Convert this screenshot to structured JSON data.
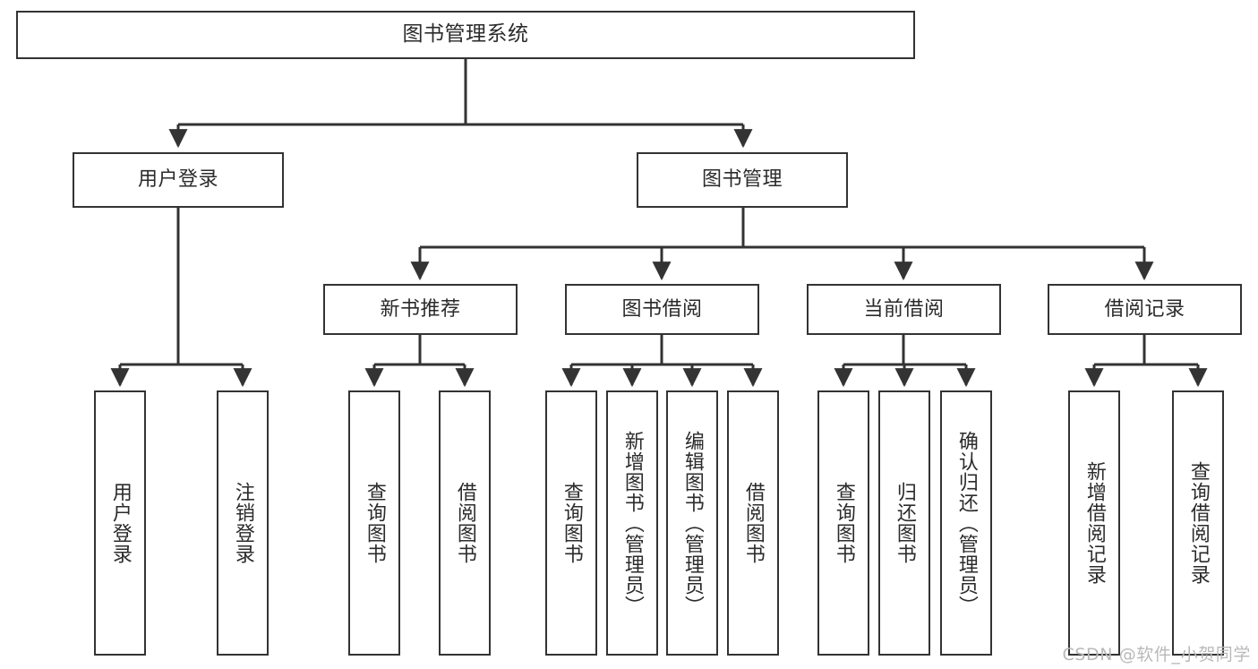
{
  "diagram": {
    "type": "tree",
    "title": "图书管理系统",
    "watermark": "CSDN @软件_小贺同学",
    "colors": {
      "box_border": "#333333",
      "box_fill": "#ffffff",
      "edge": "#333333",
      "text": "#2b2b2b",
      "watermark": "#b9b9b9"
    },
    "nodes": {
      "root": {
        "label": "图书管理系统"
      },
      "level2": [
        {
          "id": "user-login",
          "label": "用户登录"
        },
        {
          "id": "book-management",
          "label": "图书管理"
        }
      ],
      "level3": [
        {
          "id": "new-book-recommend",
          "label": "新书推荐"
        },
        {
          "id": "book-borrow",
          "label": "图书借阅"
        },
        {
          "id": "current-borrow",
          "label": "当前借阅"
        },
        {
          "id": "borrow-record",
          "label": "借阅记录"
        }
      ],
      "leaves": {
        "user-login": [
          {
            "id": "leaf-user-login",
            "label": "用户登录"
          },
          {
            "id": "leaf-logout-login",
            "label": "注销登录"
          }
        ],
        "new-book-recommend": [
          {
            "id": "leaf-query-book-1",
            "label": "查询图书"
          },
          {
            "id": "leaf-borrow-book-1",
            "label": "借阅图书"
          }
        ],
        "book-borrow": [
          {
            "id": "leaf-query-book-2",
            "label": "查询图书"
          },
          {
            "id": "leaf-add-book",
            "label": "新增图书（管理员）"
          },
          {
            "id": "leaf-edit-book",
            "label": "编辑图书（管理员）"
          },
          {
            "id": "leaf-borrow-book-2",
            "label": "借阅图书"
          }
        ],
        "current-borrow": [
          {
            "id": "leaf-query-book-3",
            "label": "查询图书"
          },
          {
            "id": "leaf-return-book",
            "label": "归还图书"
          },
          {
            "id": "leaf-confirm-return",
            "label": "确认归还（管理员）"
          }
        ],
        "borrow-record": [
          {
            "id": "leaf-add-record",
            "label": "新增借阅记录"
          },
          {
            "id": "leaf-query-record",
            "label": "查询借阅记录"
          }
        ]
      }
    }
  }
}
